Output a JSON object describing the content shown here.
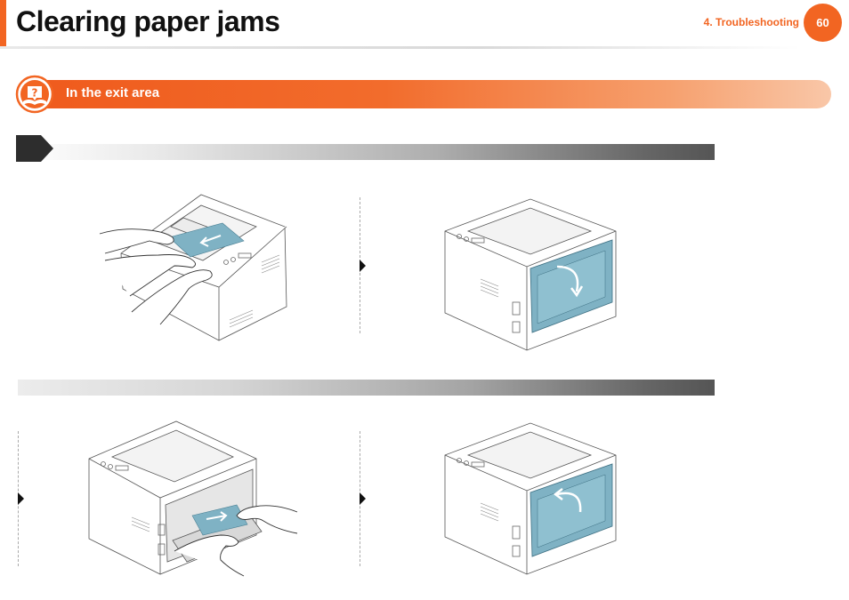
{
  "header": {
    "title": "Clearing paper jams",
    "chapter": "4.  Troubleshooting",
    "page_number": "60"
  },
  "section": {
    "heading": "In the exit area",
    "icon": "help-book-icon"
  },
  "steps": [
    {
      "marker": "step-marker-icon"
    },
    {
      "marker": ""
    }
  ],
  "icons": {
    "arrow": "triangle-right-icon"
  },
  "colors": {
    "accent": "#f26522",
    "banner_end": "#f9c7a8",
    "step_bar_dark": "#555555",
    "illustration_paper": "#7fb2c4"
  }
}
